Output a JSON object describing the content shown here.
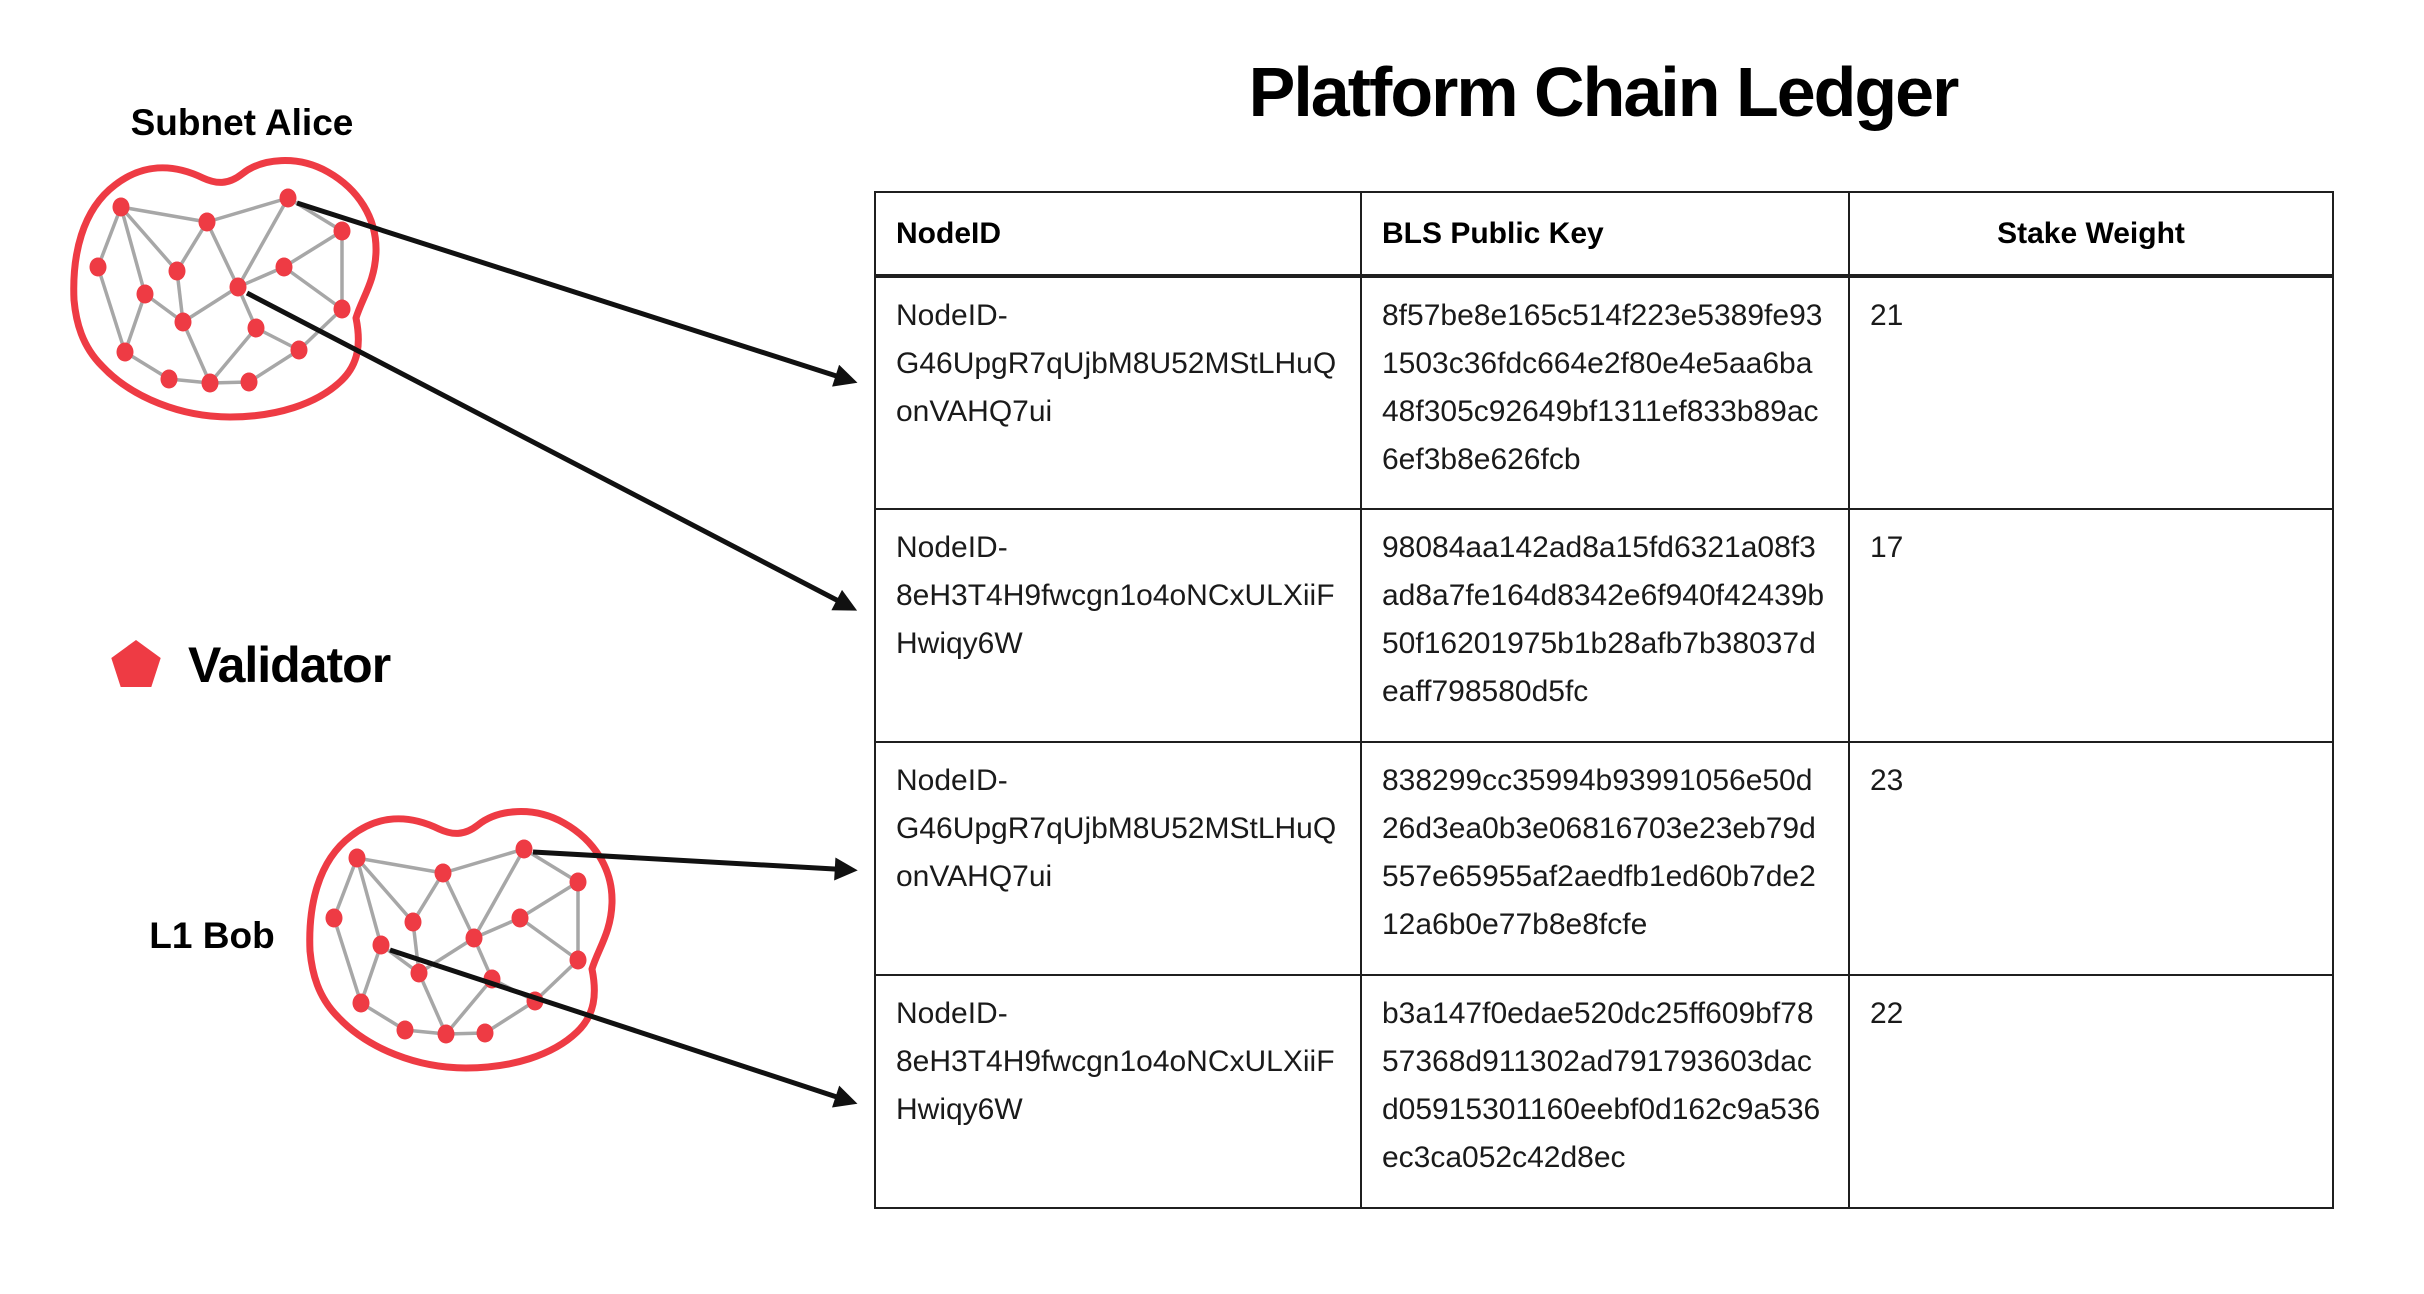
{
  "title": "Platform Chain Ledger",
  "subnets": [
    {
      "name": "Subnet Alice"
    },
    {
      "name": "L1 Bob"
    }
  ],
  "legend": {
    "label": "Validator"
  },
  "table": {
    "headers": [
      "NodeID",
      "BLS Public Key",
      "Stake Weight"
    ],
    "rows": [
      {
        "node_id": "NodeID-G46UpgR7qUjbM8U52MStLHuQonVAHQ7ui",
        "bls_public_key": "8f57be8e165c514f223e5389fe931503c36fdc664e2f80e4e5aa6ba48f305c92649bf1311ef833b89ac6ef3b8e626fcb",
        "stake_weight": "21"
      },
      {
        "node_id": "NodeID-8eH3T4H9fwcgn1o4oNCxULXiiFHwiqy6W",
        "bls_public_key": "98084aa142ad8a15fd6321a08f3ad8a7fe164d8342e6f940f42439b50f16201975b1b28afb7b38037deaff798580d5fc",
        "stake_weight": "17"
      },
      {
        "node_id": "NodeID-G46UpgR7qUjbM8U52MStLHuQonVAHQ7ui",
        "bls_public_key": "838299cc35994b93991056e50d26d3ea0b3e06816703e23eb79d557e65955af2aedfb1ed60b7de212a6b0e77b8e8fcfe",
        "stake_weight": "23"
      },
      {
        "node_id": "NodeID-8eH3T4H9fwcgn1o4oNCxULXiiFHwiqy6W",
        "bls_public_key": "b3a147f0edae520dc25ff609bf7857368d911302ad791793603dacd05915301160eebf0d162c9a536ec3ca052c42d8ec",
        "stake_weight": "22"
      }
    ]
  },
  "colors": {
    "red": "#EE3B44",
    "edge": "#A7A7A7",
    "ink": "#111111",
    "border": "#1F1F1F"
  }
}
